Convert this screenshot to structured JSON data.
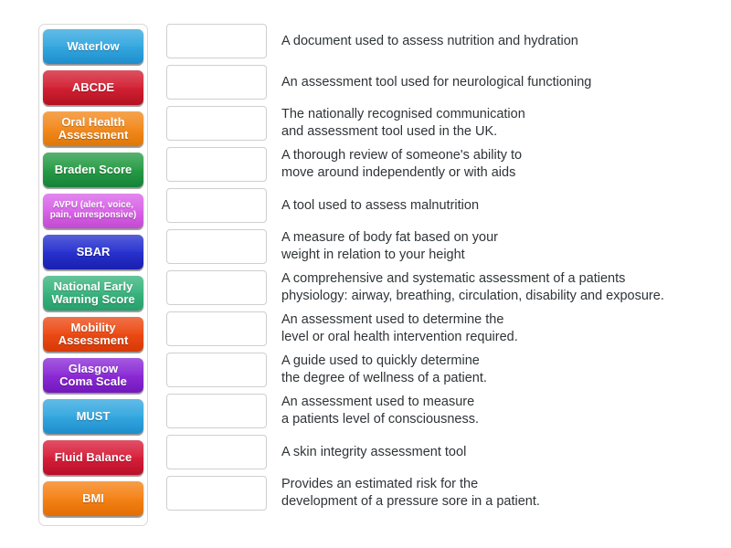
{
  "activity": {
    "type": "match-up",
    "tile_panel_label": "draggable answer tiles"
  },
  "tiles": [
    {
      "label": "Waterlow",
      "color": "#35a8e0",
      "color_dark": "#1e8ecb",
      "size": "normal"
    },
    {
      "label": "ABCDE",
      "color": "#d32235",
      "color_dark": "#b3111f",
      "size": "normal"
    },
    {
      "label": "Oral Health\nAssessment",
      "color": "#f28a1e",
      "color_dark": "#e07708",
      "size": "normal"
    },
    {
      "label": "Braden Score",
      "color": "#289c46",
      "color_dark": "#17823a",
      "size": "normal"
    },
    {
      "label": "AVPU (alert, voice,\npain, unresponsive)",
      "color": "#d964e8",
      "color_dark": "#c24ad0",
      "size": "small"
    },
    {
      "label": "SBAR",
      "color": "#2832cf",
      "color_dark": "#1a1fae",
      "size": "normal"
    },
    {
      "label": "National Early\nWarning Score",
      "color": "#39b47e",
      "color_dark": "#27a06c",
      "size": "normal"
    },
    {
      "label": "Mobility\nAssessment",
      "color": "#ec4a14",
      "color_dark": "#d63a08",
      "size": "normal"
    },
    {
      "label": "Glasgow\nComa Scale",
      "color": "#8b2bd6",
      "color_dark": "#7318bd",
      "size": "normal"
    },
    {
      "label": "MUST",
      "color": "#35a8e0",
      "color_dark": "#1e8ecb",
      "size": "normal"
    },
    {
      "label": "Fluid Balance",
      "color": "#d8203c",
      "color_dark": "#b80f28",
      "size": "normal"
    },
    {
      "label": "BMI",
      "color": "#f58216",
      "color_dark": "#e36f04",
      "size": "normal"
    }
  ],
  "rows": [
    {
      "answer": "",
      "description": "A document used to assess nutrition and hydration"
    },
    {
      "answer": "",
      "description": "An assessment tool used for neurological functioning"
    },
    {
      "answer": "",
      "description": "The nationally recognised communication\nand assessment tool used in the UK."
    },
    {
      "answer": "",
      "description": "A thorough review of someone's ability to\nmove around independently or with aids"
    },
    {
      "answer": "",
      "description": "A tool used to assess malnutrition"
    },
    {
      "answer": "",
      "description": "A measure of body fat based on your\nweight in relation to your height"
    },
    {
      "answer": "",
      "description": "A comprehensive and systematic assessment of a patients\nphysiology: airway, breathing, circulation, disability and exposure."
    },
    {
      "answer": "",
      "description": "An assessment used to determine the\nlevel or oral health intervention required."
    },
    {
      "answer": "",
      "description": "A guide used to quickly determine\nthe degree of wellness of a patient."
    },
    {
      "answer": "",
      "description": "An assessment used to measure\na patients level of consciousness."
    },
    {
      "answer": "",
      "description": "A skin integrity assessment tool"
    },
    {
      "answer": "",
      "description": "Provides an estimated risk for the\ndevelopment of a pressure sore in a patient."
    }
  ],
  "colors": {
    "page_background": "#ffffff",
    "panel_border": "#d8d8d8",
    "dropbox_border": "#cfcfcf",
    "description_text": "#2f3437"
  }
}
